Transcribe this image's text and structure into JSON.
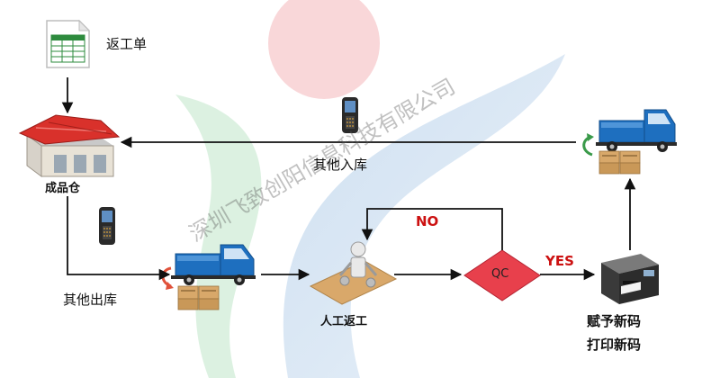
{
  "watermark": "深圳飞致创阳信息科技有限公司",
  "labels": {
    "rework_order": "返工单",
    "finished_warehouse": "成品仓",
    "other_inbound": "其他入库",
    "other_outbound": "其他出库",
    "manual_rework": "人工返工",
    "qc": "QC",
    "no": "NO",
    "yes": "YES",
    "assign_code": "赋予新码",
    "print_code": "打印新码"
  },
  "colors": {
    "arrow": "#111111",
    "qc_fill": "#e8404c",
    "branch_label": "#cc1111",
    "truck_blue": "#1e6fbf",
    "warehouse_roof": "#d9312b",
    "box_tan": "#d8a86a"
  }
}
